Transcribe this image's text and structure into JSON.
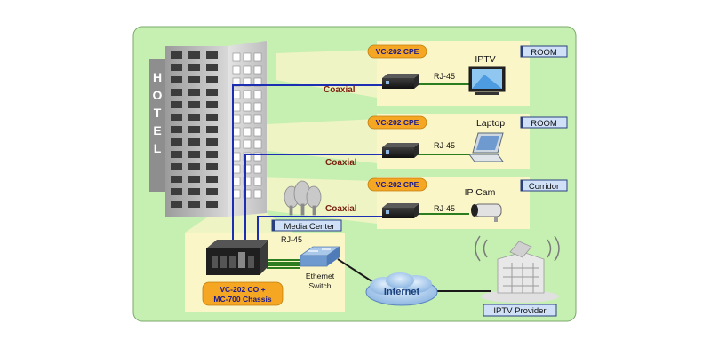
{
  "hotel_sign": [
    "H",
    "O",
    "T",
    "E",
    "L"
  ],
  "rooms": [
    {
      "tag": "ROOM",
      "cpe": "VC-202 CPE",
      "device": "IPTV",
      "link": "RJ-45",
      "cable": "Coaxial"
    },
    {
      "tag": "ROOM",
      "cpe": "VC-202 CPE",
      "device": "Laptop",
      "link": "RJ-45",
      "cable": "Coaxial"
    },
    {
      "tag": "Corridor",
      "cpe": "VC-202 CPE",
      "device": "IP Cam",
      "link": "RJ-45",
      "cable": "Coaxial"
    }
  ],
  "media_center": {
    "label": "Media Center",
    "rj45": "RJ-45",
    "chassis_line1": "VC-202 CO +",
    "chassis_line2": "MC-700 Chassis",
    "switch_line1": "Ethernet",
    "switch_line2": "Switch"
  },
  "internet_label": "Internet",
  "provider_label": "IPTV Provider",
  "colors": {
    "background": "#c6efb2",
    "zone": "#fbf6c8",
    "tag_fill": "#cfe0f7",
    "cpe_fill": "#f5a623",
    "cpe_text": "#1a1a8c",
    "coax": "#1c2fb3",
    "rj45": "#2b7d1f",
    "cable_text": "#7a1f0f",
    "cloud": "#9ec4ec"
  }
}
